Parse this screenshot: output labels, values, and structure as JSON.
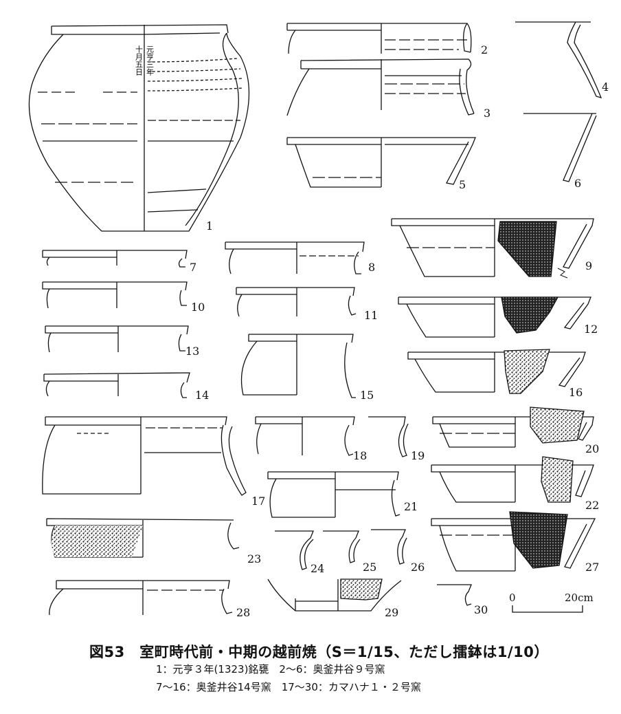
{
  "figure": {
    "title": "図53　室町時代前・中期の越前焼（S＝1/15、ただし擂鉢は1/10）",
    "caption_lines": [
      "1：元亨３年(1323)銘甕　2～6：奥釜井谷９号窯",
      "7～16：奥釜井谷14号窯　17～30：カマハナ１・２号窯"
    ],
    "inscription": [
      "元亨三年",
      "十月五日"
    ],
    "scale_bar": {
      "start_label": "0",
      "end_label": "20cm"
    },
    "item_numbers": [
      "1",
      "2",
      "3",
      "4",
      "5",
      "6",
      "7",
      "8",
      "9",
      "10",
      "11",
      "12",
      "13",
      "14",
      "15",
      "16",
      "17",
      "18",
      "19",
      "20",
      "21",
      "22",
      "23",
      "24",
      "25",
      "26",
      "27",
      "28",
      "29",
      "30"
    ]
  }
}
